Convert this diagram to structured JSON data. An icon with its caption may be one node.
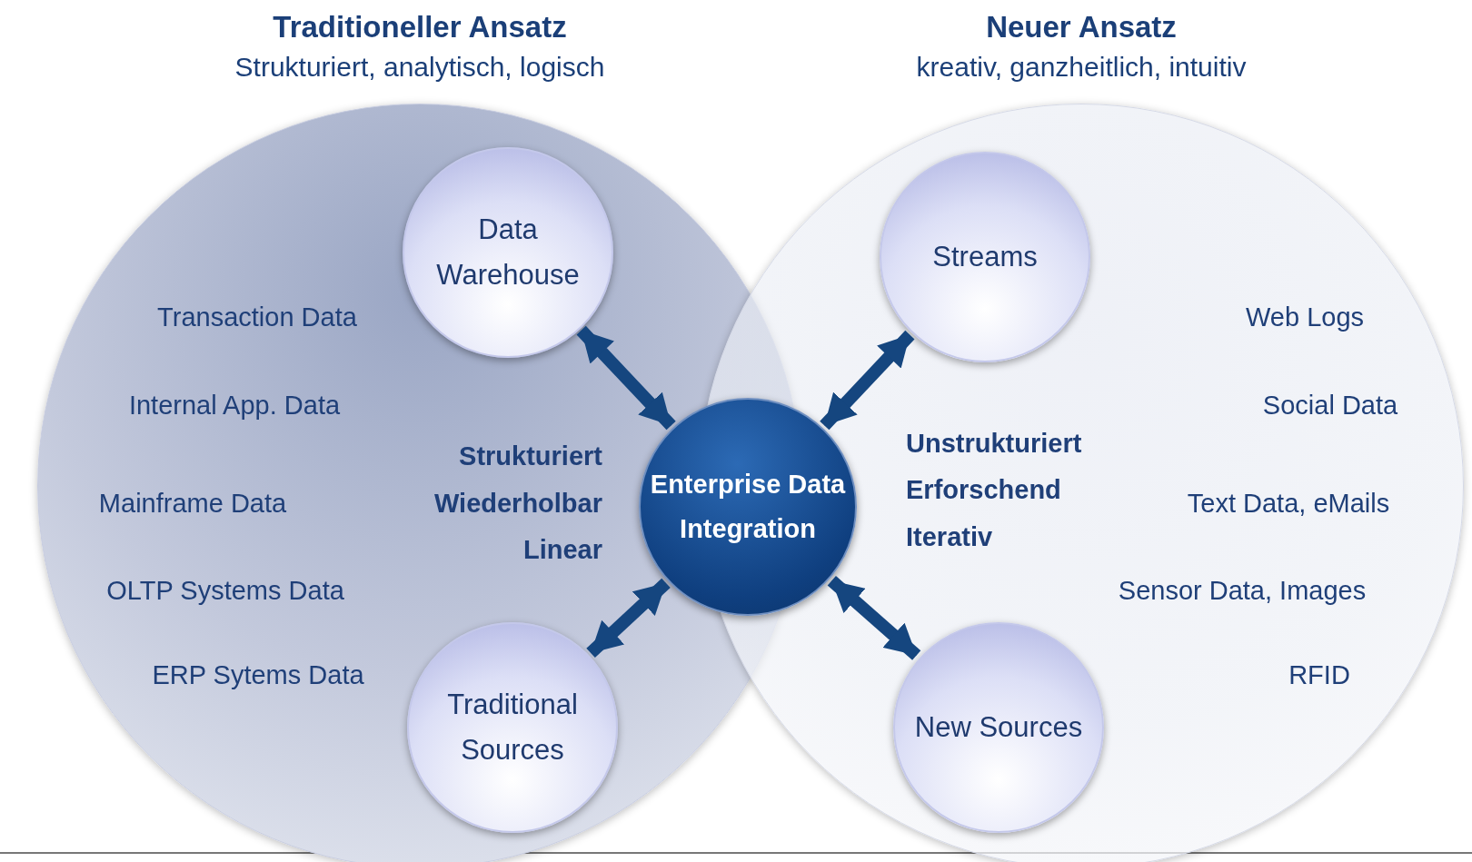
{
  "diagram": {
    "nodes": [
      {
        "text": [
          "Traditioneller Ansatz",
          "Strukturiert, analytisch, logisch"
        ]
      },
      {
        "text": [
          "Data Warehouse"
        ],
        "in": 0
      },
      {
        "text": [
          "Traditional Sources"
        ],
        "in": 0
      },
      {
        "text": [
          "Neuer Ansatz",
          "kreativ, ganzheitlich, intuitiv"
        ]
      },
      {
        "text": [
          "Streams"
        ],
        "in": 3
      },
      {
        "text": [
          "New Sources"
        ],
        "in": 3
      },
      {
        "text": [
          "Enterprise Data Integration"
        ]
      }
    ],
    "edges": [
      {
        "from": 6,
        "to": 1,
        "arrow": "both"
      },
      {
        "from": 6,
        "to": 4,
        "arrow": "both"
      },
      {
        "from": 6,
        "to": 2,
        "arrow": "both"
      },
      {
        "from": 6,
        "to": 5,
        "arrow": "both"
      }
    ],
    "labels": [
      "Transaction Data",
      "Internal App. Data",
      "Mainframe Data",
      "OLTP Systems Data",
      "ERP Sytems Data",
      "Strukturiert",
      "Wiederholbar",
      "Linear",
      "Unstrukturiert",
      "Erforschend",
      "Iterativ",
      "Web Logs",
      "Social Data",
      "Text Data, eMails",
      "Sensor Data, Images",
      "RFID"
    ]
  }
}
